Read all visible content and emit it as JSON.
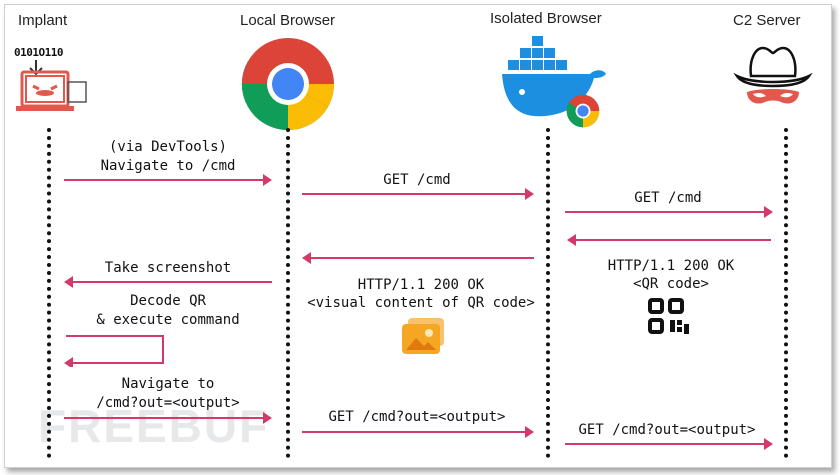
{
  "actors": {
    "implant": "Implant",
    "local_browser": "Local Browser",
    "isolated_browser": "Isolated Browser",
    "c2_server": "C2 Server"
  },
  "implant_binary": "0101O110",
  "messages": {
    "via_devtools": "(via DevTools)",
    "navigate_cmd": "Navigate to /cmd",
    "get_cmd_1": "GET /cmd",
    "get_cmd_2": "GET /cmd",
    "take_screenshot": "Take screenshot",
    "http_ok_1": "HTTP/1.1 200 OK",
    "visual_content": "<visual content of QR code>",
    "http_ok_2": "HTTP/1.1 200 OK",
    "qr_code": "<QR code>",
    "decode_qr": "Decode QR",
    "execute_command": "& execute command",
    "navigate_to": "Navigate to",
    "cmd_out": "/cmd?out=<output>",
    "get_cmd_out_1": "GET /cmd?out=<output>",
    "get_cmd_out_2": "GET /cmd?out=<output>"
  },
  "watermark": "FREEBUF",
  "colors": {
    "arrow": "#d23a6a",
    "implant_red": "#e2584c",
    "docker_blue": "#1d8fe0",
    "image_orange": "#f5a623"
  }
}
